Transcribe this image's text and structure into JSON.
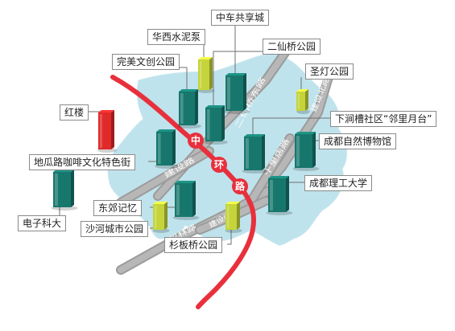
{
  "map": {
    "colors": {
      "district": "#bfe3ec",
      "ring_road": "#e8303c",
      "road": "#9b9b9b",
      "road_text": "#ffffff",
      "building_teal": "#17776d",
      "building_lime": "#c5d43a",
      "building_red": "#e02a2a"
    },
    "ring_road": {
      "chars": [
        "中",
        "环",
        "路"
      ]
    },
    "roads": [
      {
        "name": "二仙桥东路"
      },
      {
        "name": "建设北路"
      },
      {
        "name": "建设路"
      },
      {
        "name": "双林路"
      },
      {
        "name": "十里店路"
      },
      {
        "name": "建设南路"
      }
    ],
    "landmarks": [
      {
        "name": "中车共享城",
        "style": "teal"
      },
      {
        "name": "华西水泥泵",
        "style": "lime"
      },
      {
        "name": "二仙桥公园",
        "style": "teal"
      },
      {
        "name": "完美文创公园",
        "style": "teal"
      },
      {
        "name": "圣灯公园",
        "style": "lime"
      },
      {
        "name": "红楼",
        "style": "red"
      },
      {
        "name": "下涧槽社区“邻里月台”",
        "style": "teal"
      },
      {
        "name": "成都自然博物馆",
        "style": "teal"
      },
      {
        "name": "地瓜路咖啡文化特色街",
        "style": "teal"
      },
      {
        "name": "成都理工大学",
        "style": "teal"
      },
      {
        "name": "东郊记忆",
        "style": "teal"
      },
      {
        "name": "电子科大",
        "style": "teal"
      },
      {
        "name": "沙河城市公园",
        "style": "lime"
      },
      {
        "name": "杉板桥公园",
        "style": "lime"
      }
    ]
  }
}
